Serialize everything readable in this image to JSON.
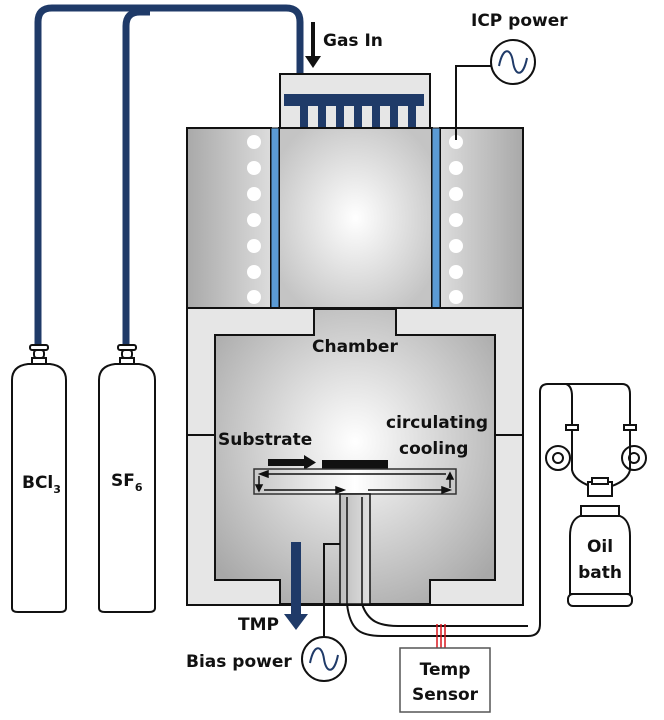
{
  "title": "ICP etching system schematic",
  "labels": {
    "gas_in": "Gas In",
    "icp_power": "ICP power",
    "chamber": "Chamber",
    "substrate": "Substrate",
    "circulating_1": "circulating",
    "circulating_2": "cooling",
    "tmp": "TMP",
    "bias_power": "Bias power",
    "temp_sensor_1": "Temp",
    "temp_sensor_2": "Sensor",
    "oil_bath_1": "Oil",
    "oil_bath_2": "bath"
  },
  "gas_cylinders": [
    {
      "formula_base": "BCl",
      "formula_sub": "3"
    },
    {
      "formula_base": "SF",
      "formula_sub": "6"
    }
  ],
  "colors": {
    "gas_line": "#1f3a68",
    "quartz_window": "#5b9bd5",
    "thermocouple": "#d9161c",
    "outline": "#111111"
  }
}
